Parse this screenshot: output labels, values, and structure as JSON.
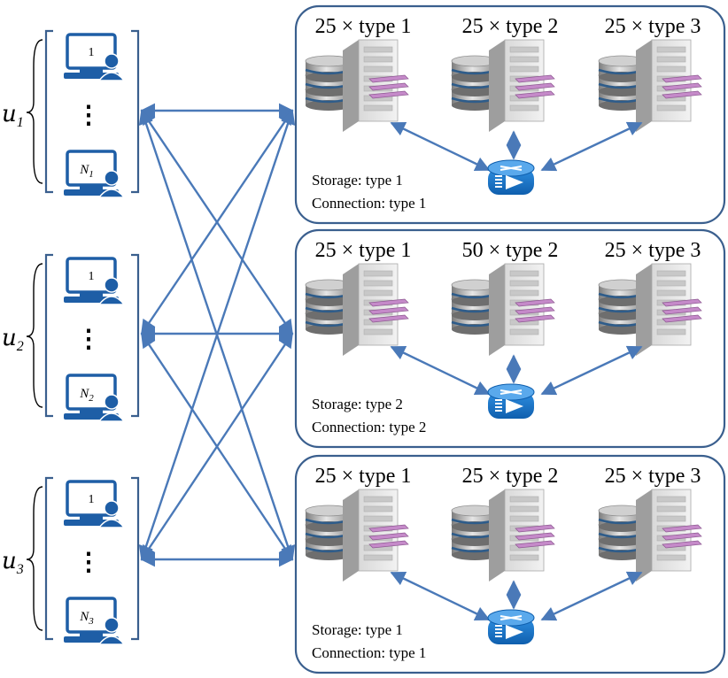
{
  "user_groups": [
    {
      "symbol": "U",
      "index": "1",
      "first_terminal": "1",
      "last_terminal_symbol": "N",
      "last_terminal_index": "1",
      "ellipsis": "⋮"
    },
    {
      "symbol": "U",
      "index": "2",
      "first_terminal": "1",
      "last_terminal_symbol": "N",
      "last_terminal_index": "2",
      "ellipsis": "⋮"
    },
    {
      "symbol": "U",
      "index": "3",
      "first_terminal": "1",
      "last_terminal_symbol": "N",
      "last_terminal_index": "3",
      "ellipsis": "⋮"
    }
  ],
  "datacenters": [
    {
      "servers": [
        "25 × type 1",
        "25 × type 2",
        "25 × type 3"
      ],
      "storage": "Storage: type 1",
      "connection": "Connection: type 1"
    },
    {
      "servers": [
        "25 × type 1",
        "50 × type 2",
        "25 × type 3"
      ],
      "storage": "Storage: type 2",
      "connection": "Connection: type 2"
    },
    {
      "servers": [
        "25 × type 1",
        "25 × type 2",
        "25 × type 3"
      ],
      "storage": "Storage: type 1",
      "connection": "Connection: type 1"
    }
  ],
  "colors": {
    "frame": "#3a5f8e",
    "arrow": "#4a79b8",
    "terminal": "#1e5ea6",
    "router": "#1a73c9",
    "server_body": "#bdbdbd",
    "server_accent": "#c58ac9",
    "disk": "#9a9a9a"
  },
  "icons": [
    "computer-terminal-icon",
    "server-rack-icon",
    "disk-stack-icon",
    "router-icon"
  ]
}
